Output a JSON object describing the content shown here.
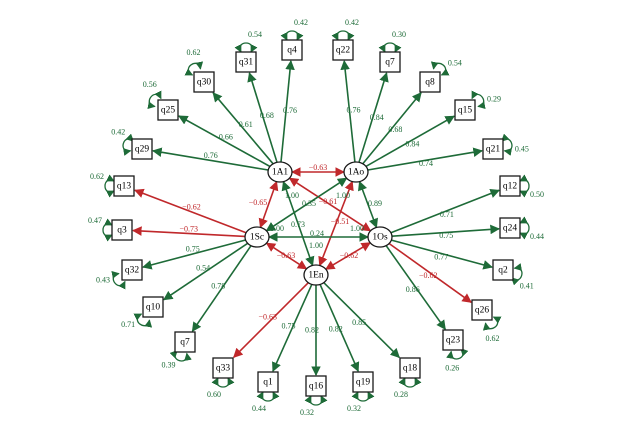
{
  "colors": {
    "positive": "#1e6b38",
    "negative": "#c0282b",
    "node_stroke": "#1a1a1a"
  },
  "latents": [
    {
      "id": "1A1",
      "label": "1A1"
    },
    {
      "id": "1Ao",
      "label": "1Ao"
    },
    {
      "id": "1Sc",
      "label": "1Sc"
    },
    {
      "id": "1Os",
      "label": "1Os"
    },
    {
      "id": "1En",
      "label": "1En"
    }
  ],
  "indicators": [
    {
      "id": "q4",
      "label": "q4",
      "factor": "1A1",
      "loading": "0.76",
      "residual": "0.42",
      "sign": "pos"
    },
    {
      "id": "q31",
      "label": "q31",
      "factor": "1A1",
      "loading": "0.68",
      "residual": "0.54",
      "sign": "pos"
    },
    {
      "id": "q30",
      "label": "q30",
      "factor": "1A1",
      "loading": "0.61",
      "residual": "0.62",
      "sign": "pos"
    },
    {
      "id": "q25",
      "label": "q25",
      "factor": "1A1",
      "loading": "0.66",
      "residual": "0.56",
      "sign": "pos"
    },
    {
      "id": "q29",
      "label": "q29",
      "factor": "1A1",
      "loading": "0.76",
      "residual": "0.42",
      "sign": "pos"
    },
    {
      "id": "q22",
      "label": "q22",
      "factor": "1Ao",
      "loading": "0.76",
      "residual": "0.42",
      "sign": "pos"
    },
    {
      "id": "q7a",
      "label": "q7",
      "factor": "1Ao",
      "loading": "0.84",
      "residual": "0.30",
      "sign": "pos"
    },
    {
      "id": "q8",
      "label": "q8",
      "factor": "1Ao",
      "loading": "0.68",
      "residual": "0.54",
      "sign": "pos"
    },
    {
      "id": "q15",
      "label": "q15",
      "factor": "1Ao",
      "loading": "0.84",
      "residual": "0.29",
      "sign": "pos"
    },
    {
      "id": "q21",
      "label": "q21",
      "factor": "1Ao",
      "loading": "0.74",
      "residual": "0.45",
      "sign": "pos"
    },
    {
      "id": "q13",
      "label": "q13",
      "factor": "1Sc",
      "loading": "−0.62",
      "residual": "0.62",
      "sign": "neg"
    },
    {
      "id": "q3",
      "label": "q3",
      "factor": "1Sc",
      "loading": "−0.73",
      "residual": "0.47",
      "sign": "neg"
    },
    {
      "id": "q32",
      "label": "q32",
      "factor": "1Sc",
      "loading": "0.75",
      "residual": "0.43",
      "sign": "pos"
    },
    {
      "id": "q10",
      "label": "q10",
      "factor": "1Sc",
      "loading": "0.54",
      "residual": "0.71",
      "sign": "pos"
    },
    {
      "id": "q7b",
      "label": "q7",
      "factor": "1Sc",
      "loading": "0.78",
      "residual": "0.39",
      "sign": "pos"
    },
    {
      "id": "q12",
      "label": "q12",
      "factor": "1Os",
      "loading": "0.71",
      "residual": "0.50",
      "sign": "pos"
    },
    {
      "id": "q24",
      "label": "q24",
      "factor": "1Os",
      "loading": "0.75",
      "residual": "0.44",
      "sign": "pos"
    },
    {
      "id": "q2",
      "label": "q2",
      "factor": "1Os",
      "loading": "0.77",
      "residual": "0.41",
      "sign": "pos"
    },
    {
      "id": "q26",
      "label": "q26",
      "factor": "1Os",
      "loading": "−0.62",
      "residual": "0.62",
      "sign": "neg"
    },
    {
      "id": "q23",
      "label": "q23",
      "factor": "1Os",
      "loading": "0.86",
      "residual": "0.26",
      "sign": "pos"
    },
    {
      "id": "q33",
      "label": "q33",
      "factor": "1En",
      "loading": "−0.63",
      "residual": "0.60",
      "sign": "neg"
    },
    {
      "id": "q1",
      "label": "q1",
      "factor": "1En",
      "loading": "0.75",
      "residual": "0.44",
      "sign": "pos"
    },
    {
      "id": "q16",
      "label": "q16",
      "factor": "1En",
      "loading": "0.82",
      "residual": "0.32",
      "sign": "pos"
    },
    {
      "id": "q19",
      "label": "q19",
      "factor": "1En",
      "loading": "0.82",
      "residual": "0.32",
      "sign": "pos"
    },
    {
      "id": "q18",
      "label": "q18",
      "factor": "1En",
      "loading": "0.85",
      "residual": "0.28",
      "sign": "pos"
    }
  ],
  "latent_correlations": [
    {
      "from": "1A1",
      "to": "1Ao",
      "value": "−0.63",
      "sign": "neg"
    },
    {
      "from": "1A1",
      "to": "1Sc",
      "value": "−0.65",
      "sign": "neg"
    },
    {
      "from": "1A1",
      "to": "1Os",
      "value": "−0.61",
      "sign": "neg"
    },
    {
      "from": "1A1",
      "to": "1En",
      "value": "0.73",
      "sign": "pos"
    },
    {
      "from": "1Ao",
      "to": "1Sc",
      "value": "0.35",
      "sign": "pos"
    },
    {
      "from": "1Ao",
      "to": "1Os",
      "value": "0.89",
      "sign": "pos"
    },
    {
      "from": "1Ao",
      "to": "1En",
      "value": "−0.51",
      "sign": "neg"
    },
    {
      "from": "1Sc",
      "to": "1Os",
      "value": "0.24",
      "sign": "pos"
    },
    {
      "from": "1Sc",
      "to": "1En",
      "value": "−0.63",
      "sign": "neg"
    },
    {
      "from": "1Os",
      "to": "1En",
      "value": "−0.62",
      "sign": "neg"
    }
  ],
  "latent_variances": [
    {
      "factor": "1A1",
      "value": "1.00"
    },
    {
      "factor": "1Ao",
      "value": "1.00"
    },
    {
      "factor": "1Sc",
      "value": "1.00"
    },
    {
      "factor": "1Os",
      "value": "1.00"
    },
    {
      "factor": "1En",
      "value": "1.00"
    }
  ]
}
